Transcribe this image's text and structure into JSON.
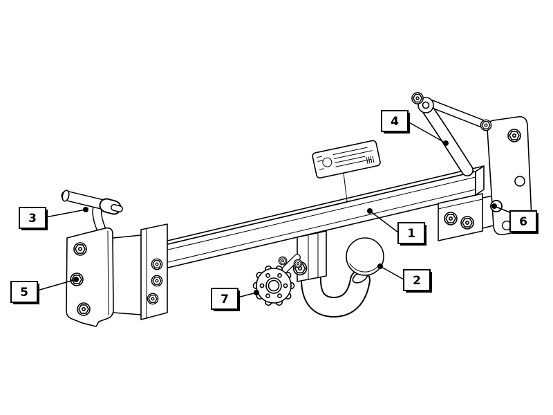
{
  "image": {
    "alt": "Exploded parts diagram of a vehicle towbar with numbered callouts",
    "background": "#ffffff",
    "line_color": "#000000"
  },
  "callouts": [
    {
      "label": "1",
      "target": "crossbar"
    },
    {
      "label": "2",
      "target": "towball-swan-neck"
    },
    {
      "label": "3",
      "target": "left-mounting-pin"
    },
    {
      "label": "4",
      "target": "right-upper-link-bracket"
    },
    {
      "label": "5",
      "target": "left-side-mounting-plate"
    },
    {
      "label": "6",
      "target": "right-side-mounting-plate"
    },
    {
      "label": "7",
      "target": "electrical-socket-plate"
    }
  ],
  "callout_style": {
    "box_fill": "#ffffff",
    "box_border": "#000000",
    "shadow": "#000000",
    "number_color": "#000000"
  }
}
